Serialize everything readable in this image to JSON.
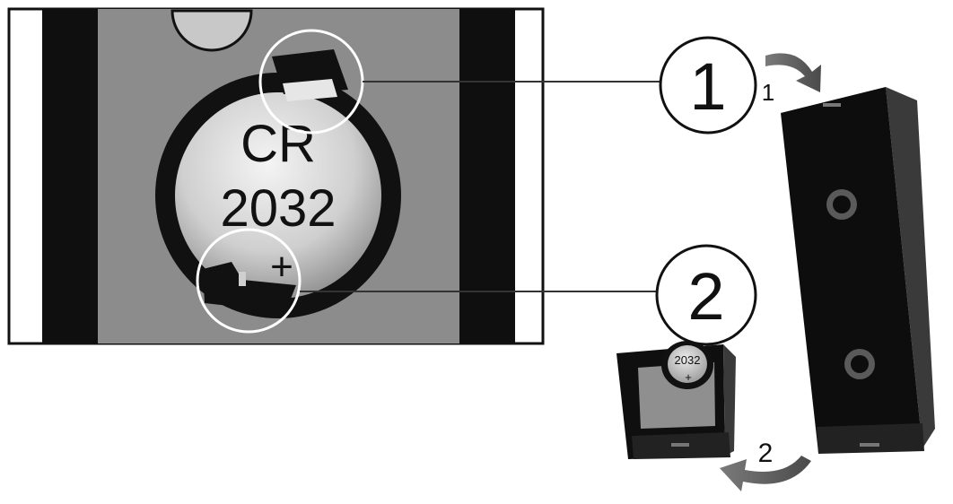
{
  "battery": {
    "type_line1": "CR",
    "type_line2": "2032",
    "polarity": "+"
  },
  "callouts": [
    {
      "number": "1"
    },
    {
      "number": "2"
    }
  ],
  "steps": [
    {
      "label": "1"
    },
    {
      "label": "2"
    }
  ],
  "small_device": {
    "battery_label": "2032",
    "polarity": "+"
  },
  "colors": {
    "background": "#ffffff",
    "tray": "#8c8c8c",
    "rail": "#0f0f0f",
    "ring": "#111111",
    "coin_center": "#f2f2f2",
    "coin_edge": "#8a8a8a",
    "highlight_circle": "#ffffff",
    "leader_line": "#333333",
    "arrow": "#555555",
    "device": "#0d0d0d"
  }
}
